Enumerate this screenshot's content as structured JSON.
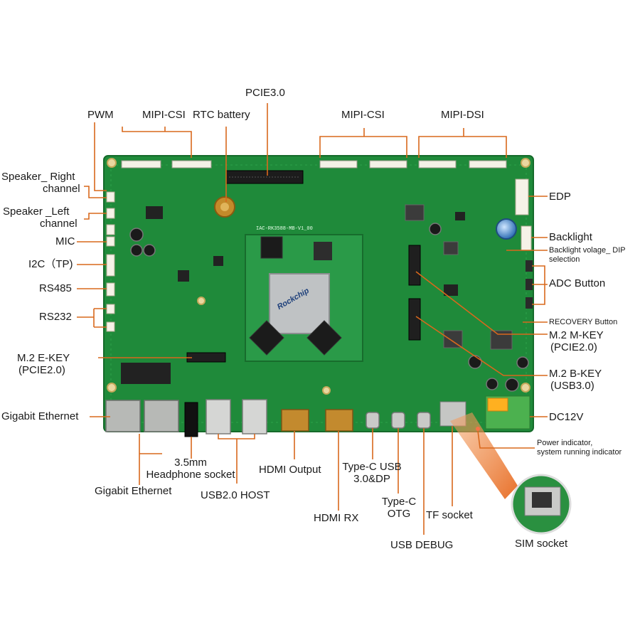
{
  "board": {
    "silkscreen": "IAC-RK3588-MB-V1_00",
    "chip_brand": "Rockchip"
  },
  "labels": {
    "pwm": "PWM",
    "mipi_csi_left": "MIPI-CSI",
    "rtc_battery": "RTC battery",
    "pcie30": "PCIE3.0",
    "mipi_csi_right": "MIPI-CSI",
    "mipi_dsi": "MIPI-DSI",
    "speaker_right_1": "Speaker_ Right",
    "speaker_right_2": "channel",
    "speaker_left_1": "Speaker _Left",
    "speaker_left_2": "channel",
    "mic": "MIC",
    "i2c": "I2C（TP)",
    "rs485": "RS485",
    "rs232": "RS232",
    "m2_ekey_1": "M.2 E-KEY",
    "m2_ekey_2": "(PCIE2.0)",
    "gigabit_eth_left": "Gigabit Ethernet",
    "edp": "EDP",
    "backlight": "Backlight",
    "backlight_dip_1": "Backlight volage_ DIP",
    "backlight_dip_2": "selection",
    "adc_button": "ADC Button",
    "recovery_button": "RECOVERY Button",
    "m2_mkey_1": "M.2 M-KEY",
    "m2_mkey_2": "(PCIE2.0)",
    "m2_bkey_1": "M.2 B-KEY",
    "m2_bkey_2": "(USB3.0)",
    "dc12v": "DC12V",
    "power_ind_1": "Power indicator,",
    "power_ind_2": "system running indicator",
    "headphone_1": "3.5mm",
    "headphone_2": "Headphone socket",
    "gigabit_eth_bottom": "Gigabit Ethernet",
    "usb20_host": "USB2.0 HOST",
    "hdmi_output": "HDMI Output",
    "hdmi_rx": "HDMI RX",
    "typec_usb_1": "Type-C USB",
    "typec_usb_2": "3.0&DP",
    "typec_otg_1": "Type-C",
    "typec_otg_2": "OTG",
    "usb_debug": "USB DEBUG",
    "tf_socket": "TF socket",
    "sim_socket": "SIM socket"
  },
  "colors": {
    "pcb": "#1f8a3a",
    "pcb_dark": "#176c2c",
    "leader": "#d9681c",
    "callout_arrow": "#ef8a3a"
  }
}
